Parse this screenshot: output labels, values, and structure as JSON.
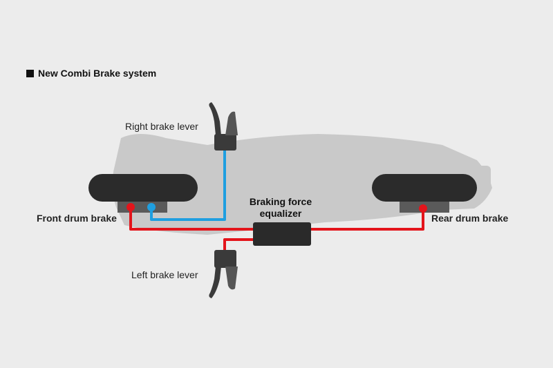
{
  "title": "New Combi Brake system",
  "labels": {
    "right_lever": "Right brake lever",
    "left_lever": "Left brake lever",
    "front_drum": "Front drum brake",
    "rear_drum": "Rear drum brake",
    "equalizer_line1": "Braking force",
    "equalizer_line2": "equalizer"
  },
  "colors": {
    "front_line": "#1f9fe0",
    "combined_line": "#e3141b",
    "body_silhouette": "#c8c8c8",
    "tire": "#2b2b2b",
    "drum": "#5a5a5a",
    "equalizer": "#2a2a2a",
    "lever": "#3a3a3a"
  }
}
